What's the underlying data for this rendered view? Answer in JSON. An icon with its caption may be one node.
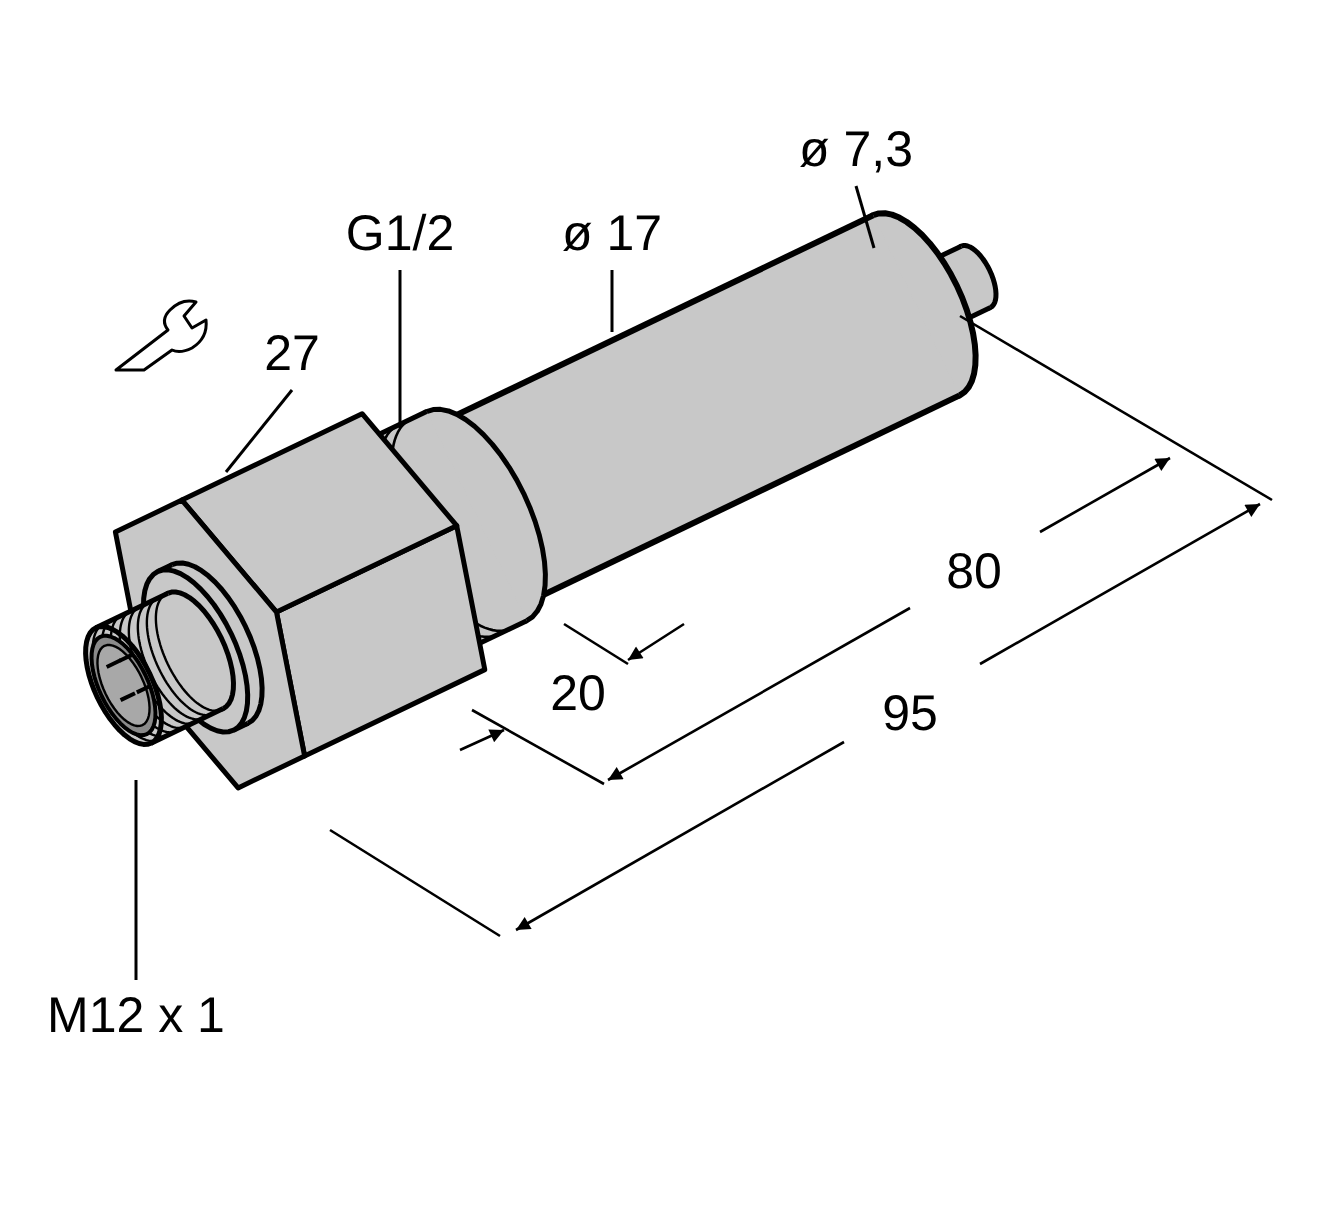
{
  "diagram": {
    "nodes": [
      {
        "text": [
          "ø 7,3"
        ]
      },
      {
        "text": [
          "G1/2"
        ]
      },
      {
        "text": [
          "ø 17"
        ]
      },
      {
        "text": [
          "27"
        ]
      },
      {
        "text": [
          "M12 x 1"
        ]
      }
    ],
    "edges": [
      {
        "from": 0,
        "to": null,
        "arrow": "none"
      },
      {
        "from": 1,
        "to": null,
        "arrow": "none"
      },
      {
        "from": 2,
        "to": null,
        "arrow": "none"
      },
      {
        "from": 3,
        "to": null,
        "arrow": "none"
      },
      {
        "from": 4,
        "to": null,
        "arrow": "none"
      }
    ],
    "labels": [
      "80",
      "20",
      "95"
    ]
  }
}
